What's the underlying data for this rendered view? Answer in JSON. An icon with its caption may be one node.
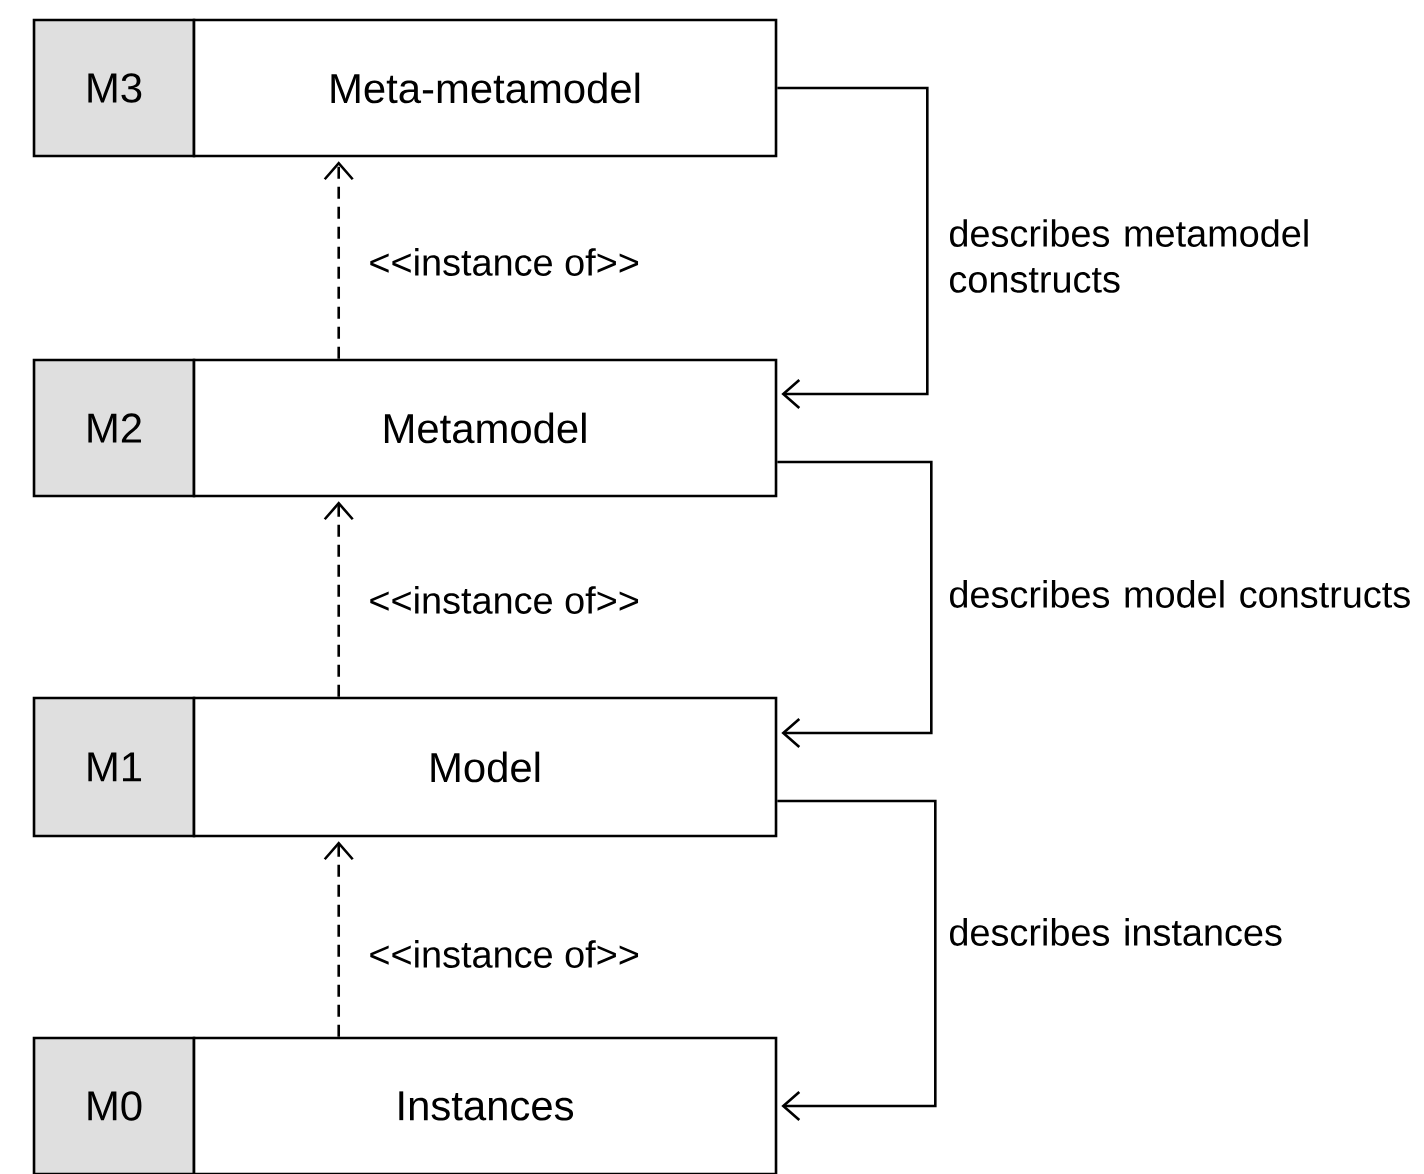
{
  "diagram": {
    "nodes": [
      {
        "text": [
          "M3"
        ]
      },
      {
        "text": [
          "Meta-metamodel"
        ]
      },
      {
        "text": [
          "M2"
        ]
      },
      {
        "text": [
          "Metamodel"
        ]
      },
      {
        "text": [
          "M1"
        ]
      },
      {
        "text": [
          "Model"
        ]
      },
      {
        "text": [
          "M0"
        ]
      },
      {
        "text": [
          "Instances"
        ]
      }
    ],
    "edges": [
      {
        "from": 3,
        "to": 1,
        "arrow": "to",
        "style": "dashed",
        "label": "<<instance of>>"
      },
      {
        "from": 5,
        "to": 3,
        "arrow": "to",
        "style": "dashed",
        "label": "<<instance of>>"
      },
      {
        "from": 7,
        "to": 5,
        "arrow": "to",
        "style": "dashed",
        "label": "<<instance of>>"
      },
      {
        "from": 1,
        "to": 3,
        "arrow": "to",
        "label": "describes metamodel constructs"
      },
      {
        "from": 3,
        "to": 5,
        "arrow": "to",
        "label": "describes model constructs"
      },
      {
        "from": 5,
        "to": 7,
        "arrow": "to",
        "label": "describes instances"
      }
    ]
  }
}
